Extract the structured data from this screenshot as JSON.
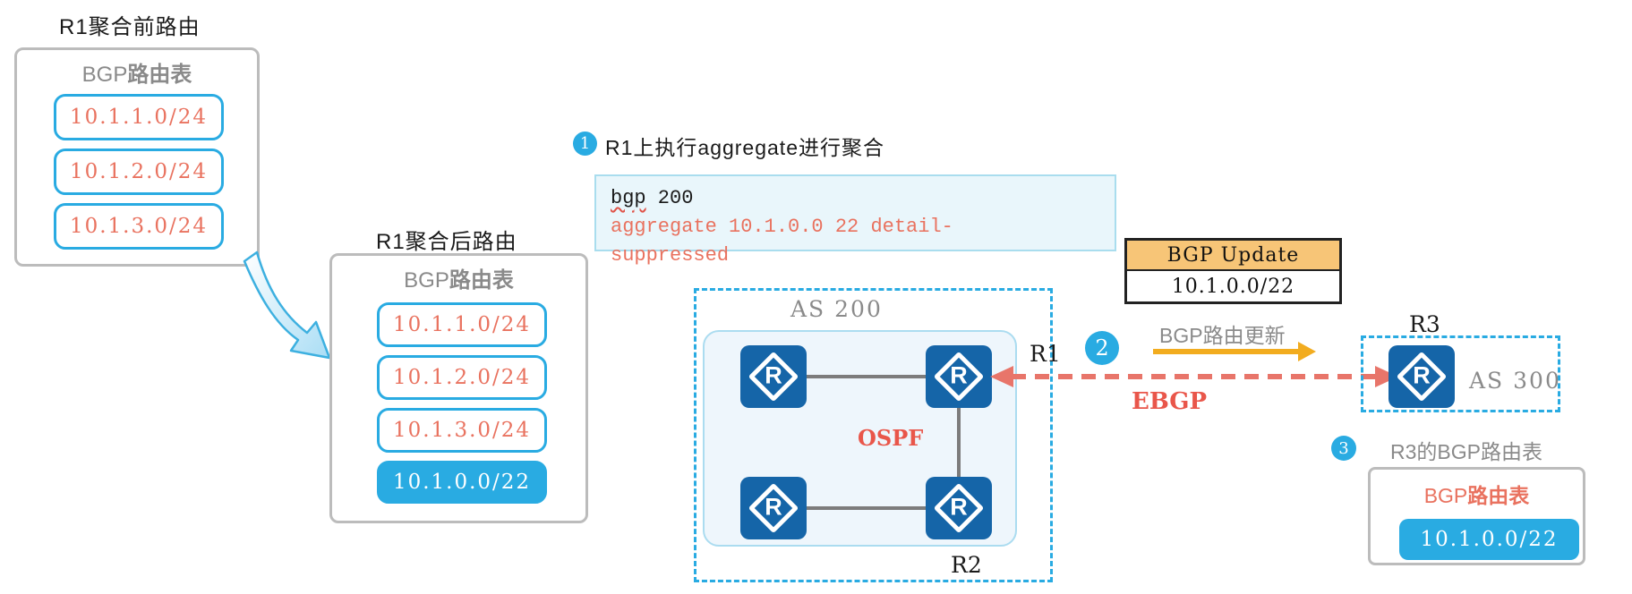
{
  "colors": {
    "accent_cyan": "#29abe2",
    "salmon_red": "#e9725f",
    "gray_text": "#8a8a8a",
    "router_blue": "#1565a8",
    "table_header_orange": "#f7c577",
    "update_arrow_yellow": "#f2ac1f",
    "code_bg": "#e9f6fb"
  },
  "before_box": {
    "title": "R1聚合前路由",
    "header_prefix": "BGP",
    "header_suffix": "路由表",
    "routes": [
      "10.1.1.0/24",
      "10.1.2.0/24",
      "10.1.3.0/24"
    ]
  },
  "after_box": {
    "title": "R1聚合后路由",
    "header_prefix": "BGP",
    "header_suffix": "路由表",
    "routes": [
      "10.1.1.0/24",
      "10.1.2.0/24",
      "10.1.3.0/24"
    ],
    "aggregated_route": "10.1.0.0/22"
  },
  "step1": {
    "number": "1",
    "label": "R1上执行aggregate进行聚合"
  },
  "code_block": {
    "line1_keyword": "bgp",
    "line1_rest": " 200",
    "line2": "aggregate 10.1.0.0 22 detail-",
    "line3": "suppressed"
  },
  "as200": {
    "label": "AS 200",
    "ospf_label": "OSPF",
    "router_glyph": "R",
    "r1_label": "R1",
    "r2_label": "R2"
  },
  "bgp_update_table": {
    "header": "BGP Update",
    "route": "10.1.0.0/22"
  },
  "step2": {
    "number": "2",
    "arrow_label": "BGP路由更新",
    "ebgp_label": "EBGP"
  },
  "as300": {
    "label": "AS 300",
    "r3_label": "R3",
    "router_glyph": "R"
  },
  "step3": {
    "number": "3",
    "label": "R3的BGP路由表"
  },
  "r3_table": {
    "header_prefix": "BGP",
    "header_suffix": "路由表",
    "route": "10.1.0.0/22"
  }
}
